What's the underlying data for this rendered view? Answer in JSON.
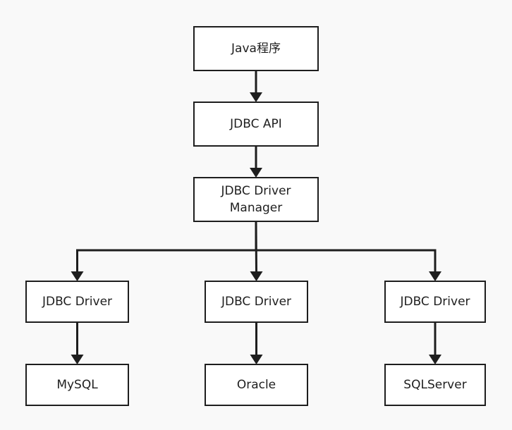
{
  "diagram": {
    "nodes": [
      {
        "id": "java-program",
        "label": [
          "Java程序"
        ]
      },
      {
        "id": "jdbc-api",
        "label": [
          "JDBC API"
        ]
      },
      {
        "id": "jdbc-driver-manager",
        "label": [
          "JDBC Driver",
          "Manager"
        ]
      },
      {
        "id": "jdbc-driver-mysql",
        "label": [
          "JDBC Driver"
        ]
      },
      {
        "id": "jdbc-driver-oracle",
        "label": [
          "JDBC Driver"
        ]
      },
      {
        "id": "jdbc-driver-sqlserver",
        "label": [
          "JDBC Driver"
        ]
      },
      {
        "id": "mysql",
        "label": [
          "MySQL"
        ]
      },
      {
        "id": "oracle",
        "label": [
          "Oracle"
        ]
      },
      {
        "id": "sqlserver",
        "label": [
          "SQLServer"
        ]
      }
    ],
    "edges": [
      {
        "from": "java-program",
        "to": "jdbc-api"
      },
      {
        "from": "jdbc-api",
        "to": "jdbc-driver-manager"
      },
      {
        "from": "jdbc-driver-manager",
        "to": "jdbc-driver-mysql"
      },
      {
        "from": "jdbc-driver-manager",
        "to": "jdbc-driver-oracle"
      },
      {
        "from": "jdbc-driver-manager",
        "to": "jdbc-driver-sqlserver"
      },
      {
        "from": "jdbc-driver-mysql",
        "to": "mysql"
      },
      {
        "from": "jdbc-driver-oracle",
        "to": "oracle"
      },
      {
        "from": "jdbc-driver-sqlserver",
        "to": "sqlserver"
      }
    ],
    "colors": {
      "background": "#f9f9f9",
      "box_fill": "#ffffff",
      "stroke": "#1e1e1e"
    }
  }
}
